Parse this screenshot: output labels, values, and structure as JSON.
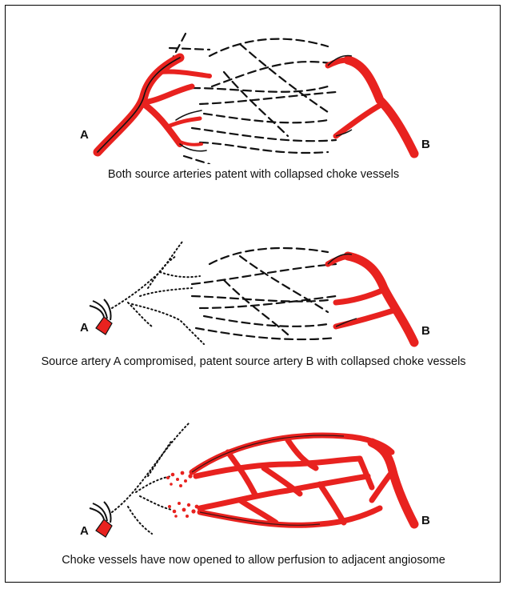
{
  "colors": {
    "artery": "#e8221f",
    "ink": "#111111",
    "frame": "#000000"
  },
  "panels": [
    {
      "label_a": "A",
      "label_b": "B",
      "caption": "Both source arteries patent with collapsed choke vessels"
    },
    {
      "label_a": "A",
      "label_b": "B",
      "caption": "Source artery A compromised, patent source artery B with collapsed choke vessels"
    },
    {
      "label_a": "A",
      "label_b": "B",
      "caption": "Choke vessels have now opened to allow perfusion to adjacent angiosome"
    }
  ]
}
